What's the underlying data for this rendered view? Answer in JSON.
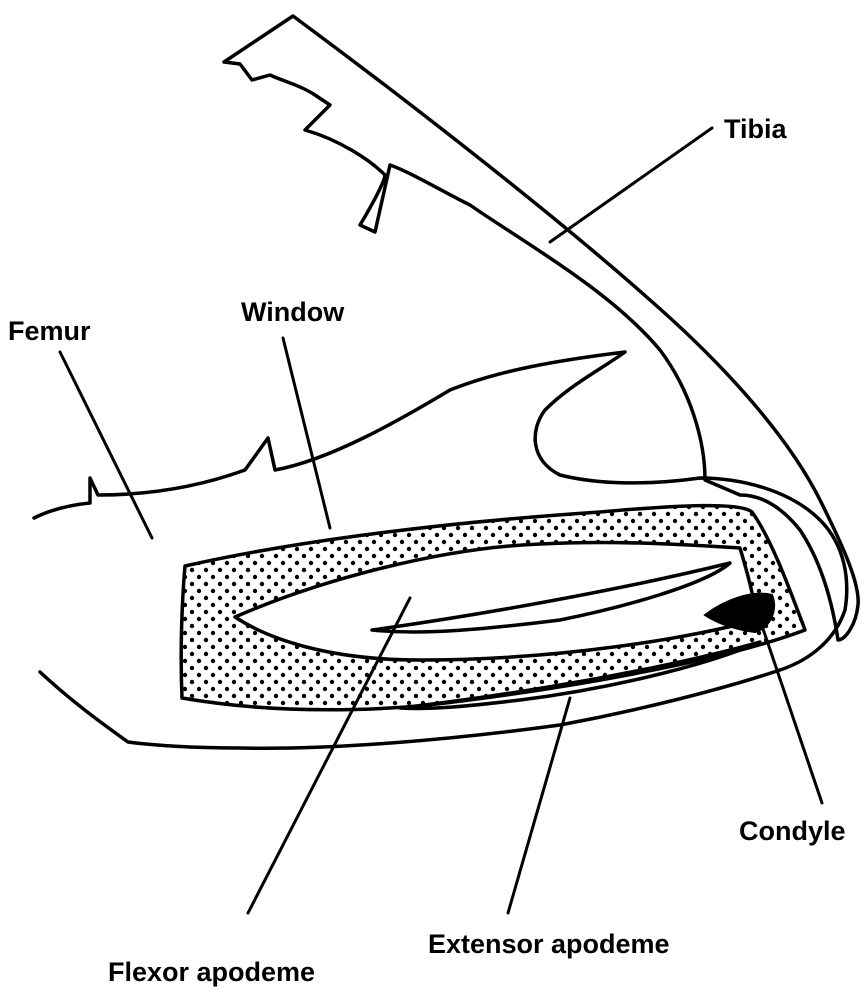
{
  "labels": {
    "tibia": "Tibia",
    "femur": "Femur",
    "window": "Window",
    "condyle": "Condyle",
    "flexor": "Flexor apodeme",
    "extensor": "Extensor apodeme"
  }
}
